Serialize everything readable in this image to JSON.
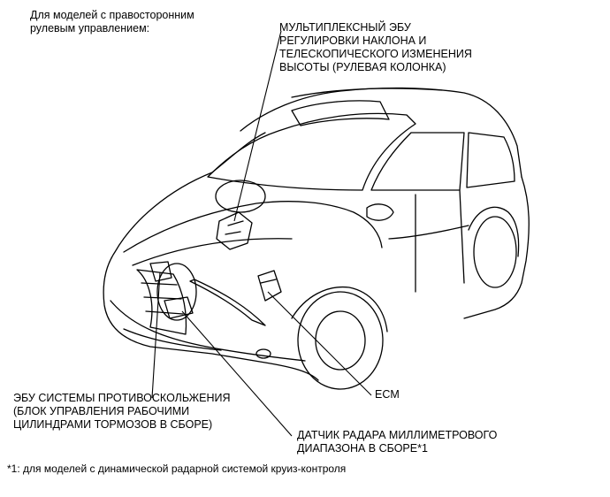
{
  "heading": {
    "line1": "Для моделей с правосторонним",
    "line2": "рулевым управлением:"
  },
  "callouts": {
    "multiplex_ecu": {
      "line1": "МУЛЬТИПЛЕКСНЫЙ ЭБУ",
      "line2": "РЕГУЛИРОВКИ НАКЛОНА И",
      "line3": "ТЕЛЕСКОПИЧЕСКОГО ИЗМЕНЕНИЯ",
      "line4": "ВЫСОТЫ (РУЛЕВАЯ КОЛОНКА)"
    },
    "abs_ecu": {
      "line1": "ЭБУ СИСТЕМЫ ПРОТИВОСКОЛЬЖЕНИЯ",
      "line2": "(БЛОК УПРАВЛЕНИЯ РАБОЧИМИ",
      "line3": "ЦИЛИНДРАМИ ТОРМОЗОВ В СБОРЕ)"
    },
    "ecm": {
      "line1": "ECM"
    },
    "radar_sensor": {
      "line1": "ДАТЧИК РАДАРА МИЛЛИМЕТРОВОГО",
      "line2": "ДИАПАЗОНА В СБОРЕ*1"
    }
  },
  "footnote": "*1: для моделей с динамической радарной системой круиз-контроля"
}
